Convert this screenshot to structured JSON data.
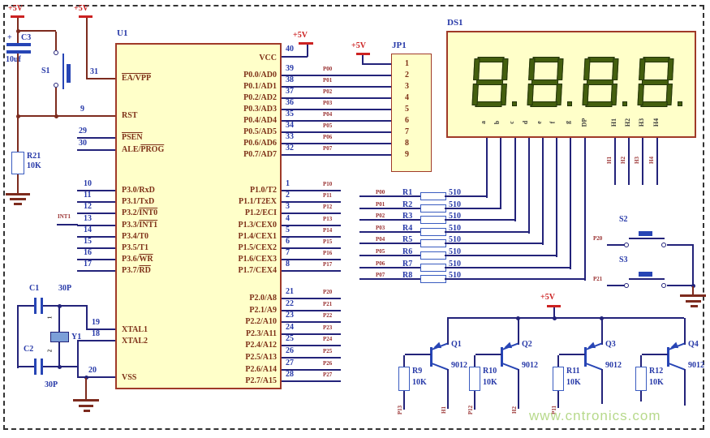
{
  "power": {
    "label": "+5V"
  },
  "reset": {
    "plus": "+",
    "cap": "C3",
    "cap_value": "10uf",
    "switch": "S1",
    "resistor": "R21",
    "resistor_value": "10K"
  },
  "u1": {
    "ref": "U1",
    "left": {
      "ea": {
        "num": "31",
        "pre": "",
        "ov": "EA/VPP"
      },
      "rst": {
        "num": "9",
        "pre": "RST",
        "ov": ""
      },
      "psen": {
        "num": "29",
        "pre": "",
        "ov": "PSEN"
      },
      "ale": {
        "num": "30",
        "pre": "ALE/",
        "ov": "PROG"
      },
      "int1_net": "INT1",
      "p3": [
        {
          "num": "10",
          "pre": "P3.0/RxD",
          "ov": ""
        },
        {
          "num": "11",
          "pre": "P3.1/TxD",
          "ov": ""
        },
        {
          "num": "12",
          "pre": "P3.2/",
          "ov": "INT0"
        },
        {
          "num": "13",
          "pre": "P3.3/",
          "ov": "INT1"
        },
        {
          "num": "14",
          "pre": "P3.4/T0",
          "ov": ""
        },
        {
          "num": "15",
          "pre": "P3.5/T1",
          "ov": ""
        },
        {
          "num": "16",
          "pre": "P3.6/",
          "ov": "WR"
        },
        {
          "num": "17",
          "pre": "P3.7/",
          "ov": "RD"
        }
      ],
      "xtal1": {
        "num": "19",
        "name": "XTAL1"
      },
      "xtal2": {
        "num": "18",
        "name": "XTAL2"
      },
      "vss": {
        "num": "20",
        "name": "VSS"
      }
    },
    "right": {
      "vcc": {
        "num": "40",
        "name": "VCC"
      },
      "p0": [
        {
          "num": "39",
          "name": "P0.0/AD0",
          "net": "P00"
        },
        {
          "num": "38",
          "name": "P0.1/AD1",
          "net": "P01"
        },
        {
          "num": "37",
          "name": "P0.2/AD2",
          "net": "P02"
        },
        {
          "num": "36",
          "name": "P0.3/AD3",
          "net": "P03"
        },
        {
          "num": "35",
          "name": "P0.4/AD4",
          "net": "P04"
        },
        {
          "num": "34",
          "name": "P0.5/AD5",
          "net": "P05"
        },
        {
          "num": "33",
          "name": "P0.6/AD6",
          "net": "P06"
        },
        {
          "num": "32",
          "name": "P0.7/AD7",
          "net": "P07"
        }
      ],
      "p1": [
        {
          "num": "1",
          "name": "P1.0/T2",
          "net": "P10"
        },
        {
          "num": "2",
          "name": "P1.1/T2EX",
          "net": "P11"
        },
        {
          "num": "3",
          "name": "P1.2/ECI",
          "net": "P12"
        },
        {
          "num": "4",
          "name": "P1.3/CEX0",
          "net": "P13"
        },
        {
          "num": "5",
          "name": "P1.4/CEX1",
          "net": "P14"
        },
        {
          "num": "6",
          "name": "P1.5/CEX2",
          "net": "P15"
        },
        {
          "num": "7",
          "name": "P1.6/CEX3",
          "net": "P16"
        },
        {
          "num": "8",
          "name": "P1.7/CEX4",
          "net": "P17"
        }
      ],
      "p2": [
        {
          "num": "21",
          "name": "P2.0/A8",
          "net": "P20"
        },
        {
          "num": "22",
          "name": "P2.1/A9",
          "net": "P21"
        },
        {
          "num": "23",
          "name": "P2.2/A10",
          "net": "P22"
        },
        {
          "num": "24",
          "name": "P2.3/A11",
          "net": "P23"
        },
        {
          "num": "25",
          "name": "P2.4/A12",
          "net": "P24"
        },
        {
          "num": "26",
          "name": "P2.5/A13",
          "net": "P25"
        },
        {
          "num": "27",
          "name": "P2.6/A14",
          "net": "P26"
        },
        {
          "num": "28",
          "name": "P2.7/A15",
          "net": "P27"
        }
      ]
    }
  },
  "xtal": {
    "c1": "C1",
    "c1_value": "30P",
    "c2": "C2",
    "c2_value": "30P",
    "crystal": "Y1",
    "pin1": "1",
    "pin2": "2"
  },
  "jp1": {
    "ref": "JP1",
    "pins": [
      "1",
      "2",
      "3",
      "4",
      "5",
      "6",
      "7",
      "8",
      "9"
    ]
  },
  "ds1": {
    "ref": "DS1",
    "digits": [
      "8",
      "8",
      "8",
      "8"
    ],
    "seg_pins": [
      "a",
      "b",
      "c",
      "d",
      "e",
      "f",
      "g",
      "DP"
    ],
    "digit_pins": [
      "H1",
      "H2",
      "H3",
      "H4"
    ],
    "stub_nets": [
      "H1",
      "H2",
      "H3",
      "H4"
    ]
  },
  "resnet": {
    "rows": [
      {
        "net": "P00",
        "ref": "R1",
        "val": "510"
      },
      {
        "net": "P01",
        "ref": "R2",
        "val": "510"
      },
      {
        "net": "P02",
        "ref": "R3",
        "val": "510"
      },
      {
        "net": "P03",
        "ref": "R4",
        "val": "510"
      },
      {
        "net": "P04",
        "ref": "R5",
        "val": "510"
      },
      {
        "net": "P05",
        "ref": "R6",
        "val": "510"
      },
      {
        "net": "P06",
        "ref": "R7",
        "val": "510"
      },
      {
        "net": "P07",
        "ref": "R8",
        "val": "510"
      }
    ]
  },
  "buttons": {
    "s2": {
      "ref": "S2",
      "net": "P20"
    },
    "s3": {
      "ref": "S3",
      "net": "P21"
    }
  },
  "drivers": {
    "q": [
      {
        "ref": "Q1",
        "part": "9012",
        "cnet": "H1"
      },
      {
        "ref": "Q2",
        "part": "9012",
        "cnet": "H2"
      },
      {
        "ref": "Q3",
        "part": "9012",
        "cnet": ""
      },
      {
        "ref": "Q4",
        "part": "9012",
        "cnet": ""
      }
    ],
    "r": [
      {
        "ref": "R9",
        "val": "10K",
        "net": "P13"
      },
      {
        "ref": "R10",
        "val": "10K",
        "net": "P12"
      },
      {
        "ref": "R11",
        "val": "10K",
        "net": "P11"
      },
      {
        "ref": "R12",
        "val": "10K",
        "net": ""
      }
    ]
  },
  "watermark": "www.cntronics.com"
}
